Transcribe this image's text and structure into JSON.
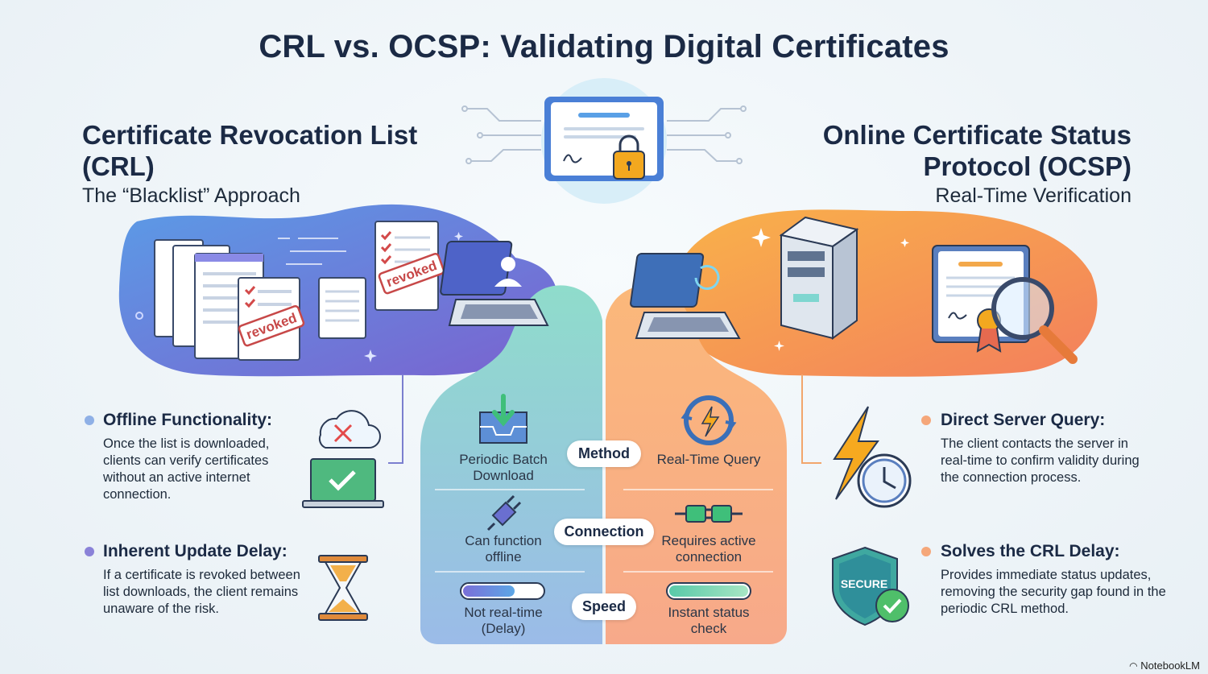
{
  "title": "CRL vs. OCSP: Validating Digital Certificates",
  "crl": {
    "title": "Certificate Revocation List (CRL)",
    "subtitle": "The “Blacklist” Approach",
    "stamp": "revoked",
    "features": [
      {
        "heading": "Offline Functionality:",
        "text": "Once the list is downloaded, clients can verify certificates without an active internet connection.",
        "icon": "cloud-offline-laptop-icon"
      },
      {
        "heading": "Inherent Update Delay:",
        "text": "If a certificate is revoked between list downloads, the client remains unaware of the risk.",
        "icon": "hourglass-icon"
      }
    ]
  },
  "ocsp": {
    "title": "Online Certificate Status Protocol (OCSP)",
    "subtitle": "Real-Time Verification",
    "secure_badge": "SECURE",
    "features": [
      {
        "heading": "Direct Server Query:",
        "text": "The client contacts the server in real-time to confirm validity during the connection process.",
        "icon": "lightning-clock-icon"
      },
      {
        "heading": "Solves the CRL Delay:",
        "text": "Provides immediate status updates, removing the security gap found in the periodic CRL method.",
        "icon": "secure-shield-icon"
      }
    ]
  },
  "comparison": {
    "rows": [
      {
        "label": "Method",
        "crl": "Periodic Batch Download",
        "ocsp": "Real-Time Query"
      },
      {
        "label": "Connection",
        "crl": "Can function offline",
        "ocsp": "Requires active connection"
      },
      {
        "label": "Speed",
        "crl": "Not real-time (Delay)",
        "ocsp": "Instant status check"
      }
    ]
  },
  "colors": {
    "crl_accent": "#6f6fd8",
    "ocsp_accent": "#f29a5a",
    "title": "#1b2a45"
  },
  "branding": "NotebookLM"
}
